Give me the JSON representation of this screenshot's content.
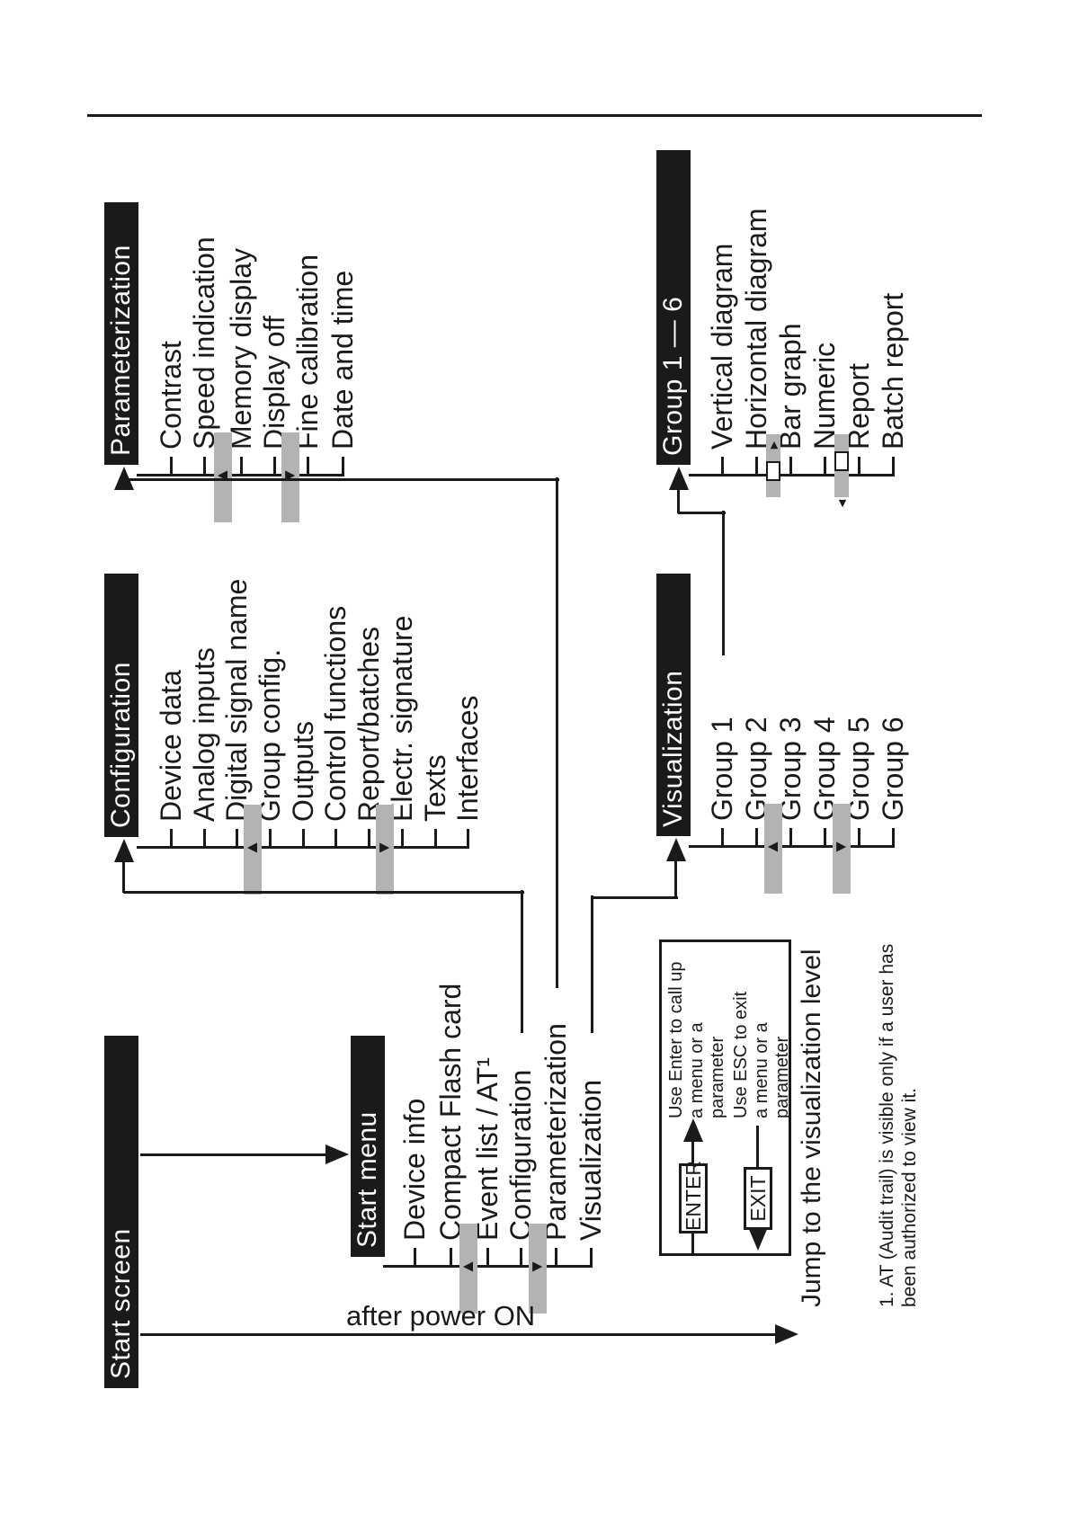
{
  "colors": {
    "ink": "#1a1a1a",
    "paper": "#ffffff",
    "scrollbar_gray": "#b3b3b3",
    "thumb_white": "#ffffff"
  },
  "icons": {
    "scroll_up": "▲",
    "scroll_down": "▼",
    "scroll_left": "◄",
    "scroll_right": "►"
  },
  "blocks": [
    {
      "id": "start-screen",
      "title": "Start screen",
      "items": []
    },
    {
      "id": "start-menu",
      "title": "Start menu",
      "items": [
        "Device info",
        "Compact Flash card",
        "Event list / AT¹",
        "Configuration",
        "Parameterization",
        "Visualization"
      ]
    },
    {
      "id": "configuration",
      "title": "Configuration",
      "items": [
        "Device data",
        "Analog inputs",
        "Digital signal name",
        "Group config.",
        "Outputs",
        "Control functions",
        "Report/batches",
        "Electr. signature",
        "Texts",
        "Interfaces"
      ]
    },
    {
      "id": "parameterization",
      "title": "Parameterization",
      "items": [
        "Contrast",
        "Speed indication",
        "Memory display",
        "Display off",
        "Fine calibration",
        "Date and time"
      ]
    },
    {
      "id": "visualization",
      "title": "Visualization",
      "items": [
        "Group 1",
        "Group 2",
        "Group 3",
        "Group 4",
        "Group 5",
        "Group 6"
      ]
    },
    {
      "id": "group-1-6",
      "title": "Group 1 — 6",
      "items": [
        "Vertical diagram",
        "Horizontal diagram",
        "Bar graph",
        "Numeric",
        "Report",
        "Batch report"
      ]
    }
  ],
  "legend": {
    "enter_key": "ENTER",
    "enter_desc": [
      "Use Enter to call up",
      "a menu or a",
      "parameter"
    ],
    "exit_key": "EXIT",
    "exit_desc": [
      "Use ESC to exit",
      "a menu or a",
      "parameter"
    ]
  },
  "labels": {
    "after_power_on": "after power ON",
    "jump_to_visualization": "Jump to the visualization level",
    "footnote": [
      "1. AT (Audit trail) is visible only if a user has",
      "been authorized to view it."
    ]
  }
}
